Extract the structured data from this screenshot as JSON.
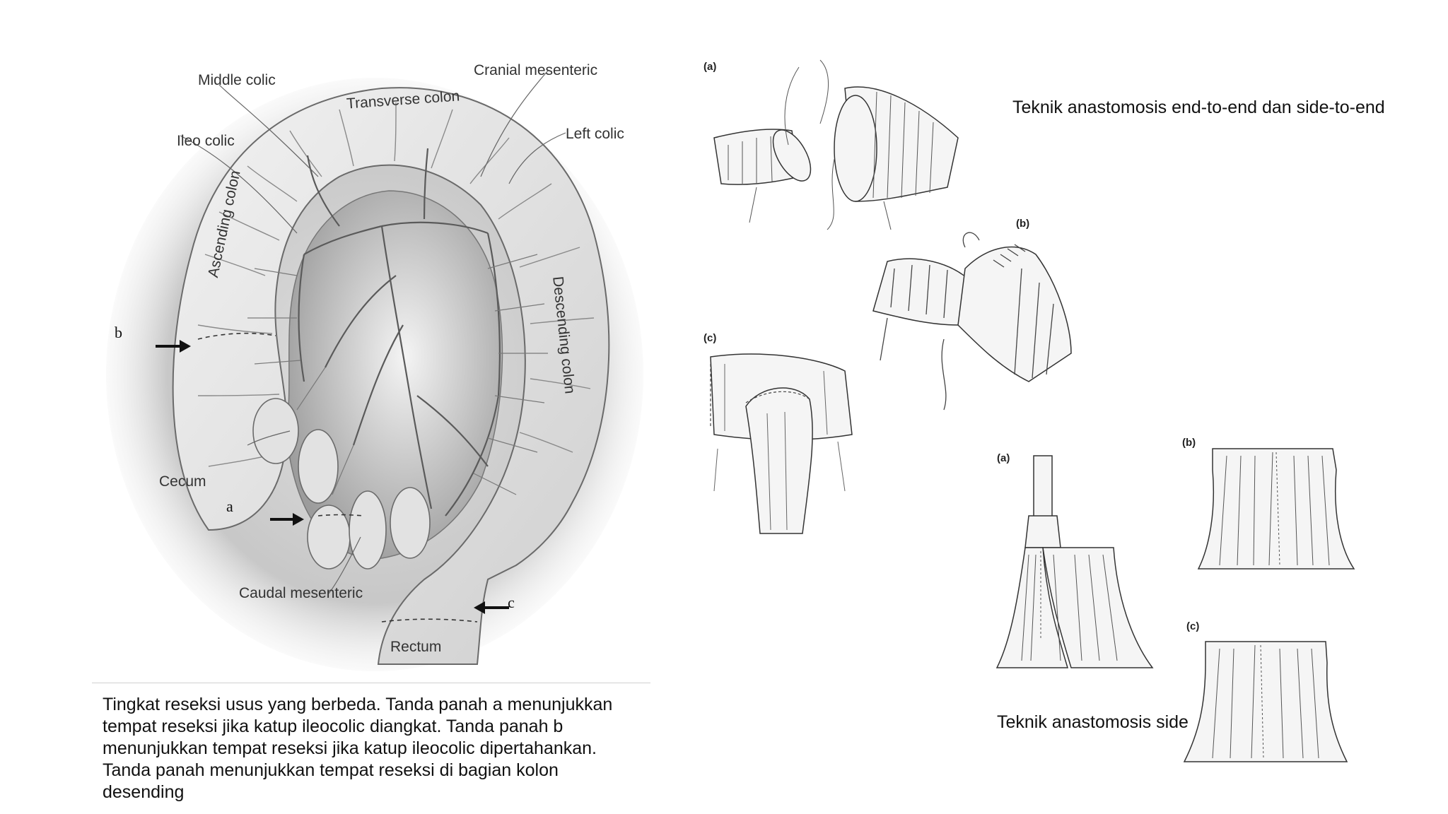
{
  "colon_figure": {
    "labels": {
      "middle_colic": "Middle colic",
      "cranial_mesenteric": "Cranial mesenteric",
      "transverse_colon": "Transverse colon",
      "ileo_colic": "Ileo colic",
      "left_colic": "Left colic",
      "ascending_colon": "Ascending colon",
      "descending_colon": "Descending colon",
      "cecum": "Cecum",
      "caudal_mesenteric": "Caudal mesenteric",
      "rectum": "Rectum"
    },
    "arrow_labels": {
      "a": "a",
      "b": "b",
      "c": "c"
    }
  },
  "caption_left": {
    "lines": [
      "Tingkat reseksi usus yang berbeda. Tanda panah a menunjukkan",
      "tempat reseksi jika katup ileocolic diangkat. Tanda panah b",
      "menunjukkan tempat reseksi jika katup ileocolic dipertahankan.",
      "Tanda panah menunjukkan tempat reseksi di bagian kolon",
      "desending"
    ]
  },
  "end_to_end": {
    "title": "Teknik anastomosis end-to-end dan side-to-end",
    "panels": {
      "a": "(a)",
      "b": "(b)",
      "c": "(c)"
    }
  },
  "side_to_side": {
    "title": "Teknik anastomosis side",
    "panels": {
      "a": "(a)",
      "b": "(b)",
      "c": "(c)"
    }
  }
}
